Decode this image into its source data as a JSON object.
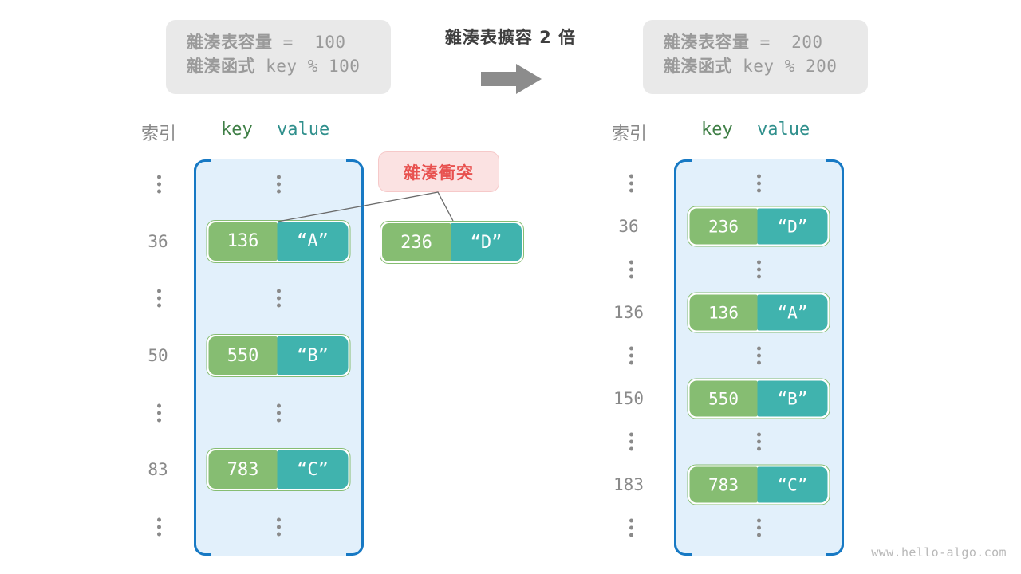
{
  "diagram": {
    "title": "雜湊表擴容 2 倍",
    "watermark": "www.hello-algo.com"
  },
  "info_left": {
    "capacity_label": "雜湊表容量",
    "capacity_value": " =  100",
    "function_label": "雜湊函式",
    "function_value": " key % 100"
  },
  "info_right": {
    "capacity_label": "雜湊表容量",
    "capacity_value": " =  200",
    "function_label": "雜湊函式",
    "function_value": " key % 200"
  },
  "headers": {
    "index": "索引",
    "key": "key",
    "value": "value"
  },
  "collision": {
    "label": "雜湊衝突",
    "entry_key": "236",
    "entry_value": "“D”"
  },
  "table_left": {
    "rows": [
      {
        "index": "⋮",
        "type": "dots"
      },
      {
        "index": "36",
        "type": "entry",
        "key": "136",
        "value": "“A”"
      },
      {
        "index": "⋮",
        "type": "dots"
      },
      {
        "index": "50",
        "type": "entry",
        "key": "550",
        "value": "“B”"
      },
      {
        "index": "⋮",
        "type": "dots"
      },
      {
        "index": "83",
        "type": "entry",
        "key": "783",
        "value": "“C”"
      },
      {
        "index": "⋮",
        "type": "dots"
      }
    ]
  },
  "table_right": {
    "rows": [
      {
        "index": "⋮",
        "type": "dots"
      },
      {
        "index": "36",
        "type": "entry",
        "key": "236",
        "value": "“D”"
      },
      {
        "index": "⋮",
        "type": "dots"
      },
      {
        "index": "136",
        "type": "entry",
        "key": "136",
        "value": "“A”"
      },
      {
        "index": "⋮",
        "type": "dots"
      },
      {
        "index": "150",
        "type": "entry",
        "key": "550",
        "value": "“B”"
      },
      {
        "index": "⋮",
        "type": "dots"
      },
      {
        "index": "183",
        "type": "entry",
        "key": "783",
        "value": "“C”"
      },
      {
        "index": "⋮",
        "type": "dots"
      }
    ]
  },
  "colors": {
    "key_cell": "#86bd72",
    "value_cell": "#40b3ae",
    "table_border": "#1779c4",
    "table_fill": "#e2f0fb",
    "collision_fill": "#fbe2e2",
    "collision_text": "#e8514f",
    "info_fill": "#e9e9e9",
    "index_text": "#8a8a8a"
  }
}
